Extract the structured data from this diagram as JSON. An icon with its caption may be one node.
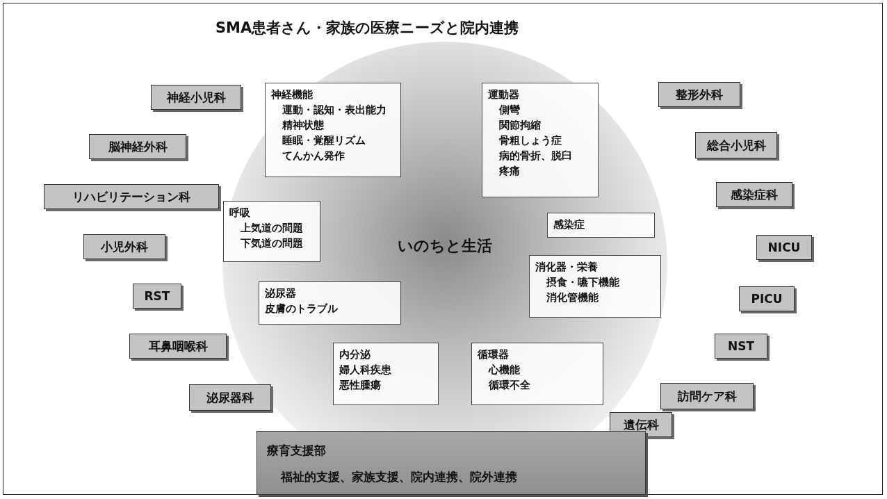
{
  "diagram": {
    "title": "SMA患者さん・家族の医療ニーズと院内連携",
    "nodes": [
      {
        "text": [
          "いのちと生活"
        ]
      },
      {
        "text": [
          "整形外科"
        ]
      },
      {
        "text": [
          "神経小児科"
        ]
      },
      {
        "text": [
          "神経機能",
          "運動・認知・表出能力",
          "精神状態",
          "睡眠・覚醒リズム",
          "てんかん発作"
        ]
      },
      {
        "text": [
          "運動器",
          "側彎",
          "関節拘縮",
          "骨粗しょう症",
          "病的骨折、脱臼",
          "疼痛"
        ]
      },
      {
        "text": [
          "脳神経外科"
        ]
      },
      {
        "text": [
          "総合小児科"
        ]
      },
      {
        "text": [
          "感染症科"
        ]
      },
      {
        "text": [
          "リハビリテーション科"
        ]
      },
      {
        "text": [
          "呼吸",
          "上気道の問題",
          "下気道の問題"
        ]
      },
      {
        "text": [
          "感染症"
        ]
      },
      {
        "text": [
          "小児外科"
        ]
      },
      {
        "text": [
          "NICU"
        ]
      },
      {
        "text": [
          "消化器・栄養",
          "摂食・嚥下機能",
          "消化管機能"
        ]
      },
      {
        "text": [
          "泌尿器",
          "皮膚のトラブル"
        ]
      },
      {
        "text": [
          "RST"
        ]
      },
      {
        "text": [
          "PICU"
        ]
      },
      {
        "text": [
          "耳鼻咽喉科"
        ]
      },
      {
        "text": [
          "NST"
        ]
      },
      {
        "text": [
          "内分泌",
          "婦人科疾患",
          "悪性腫瘍"
        ]
      },
      {
        "text": [
          "循環器",
          "心機能",
          "循環不全"
        ]
      },
      {
        "text": [
          "泌尿器科"
        ]
      },
      {
        "text": [
          "訪問ケア科"
        ]
      },
      {
        "text": [
          "遺伝科"
        ]
      },
      {
        "text": [
          "療育支援部",
          "福祉的支援、家族支援、院内連携、院外連携"
        ]
      }
    ]
  }
}
